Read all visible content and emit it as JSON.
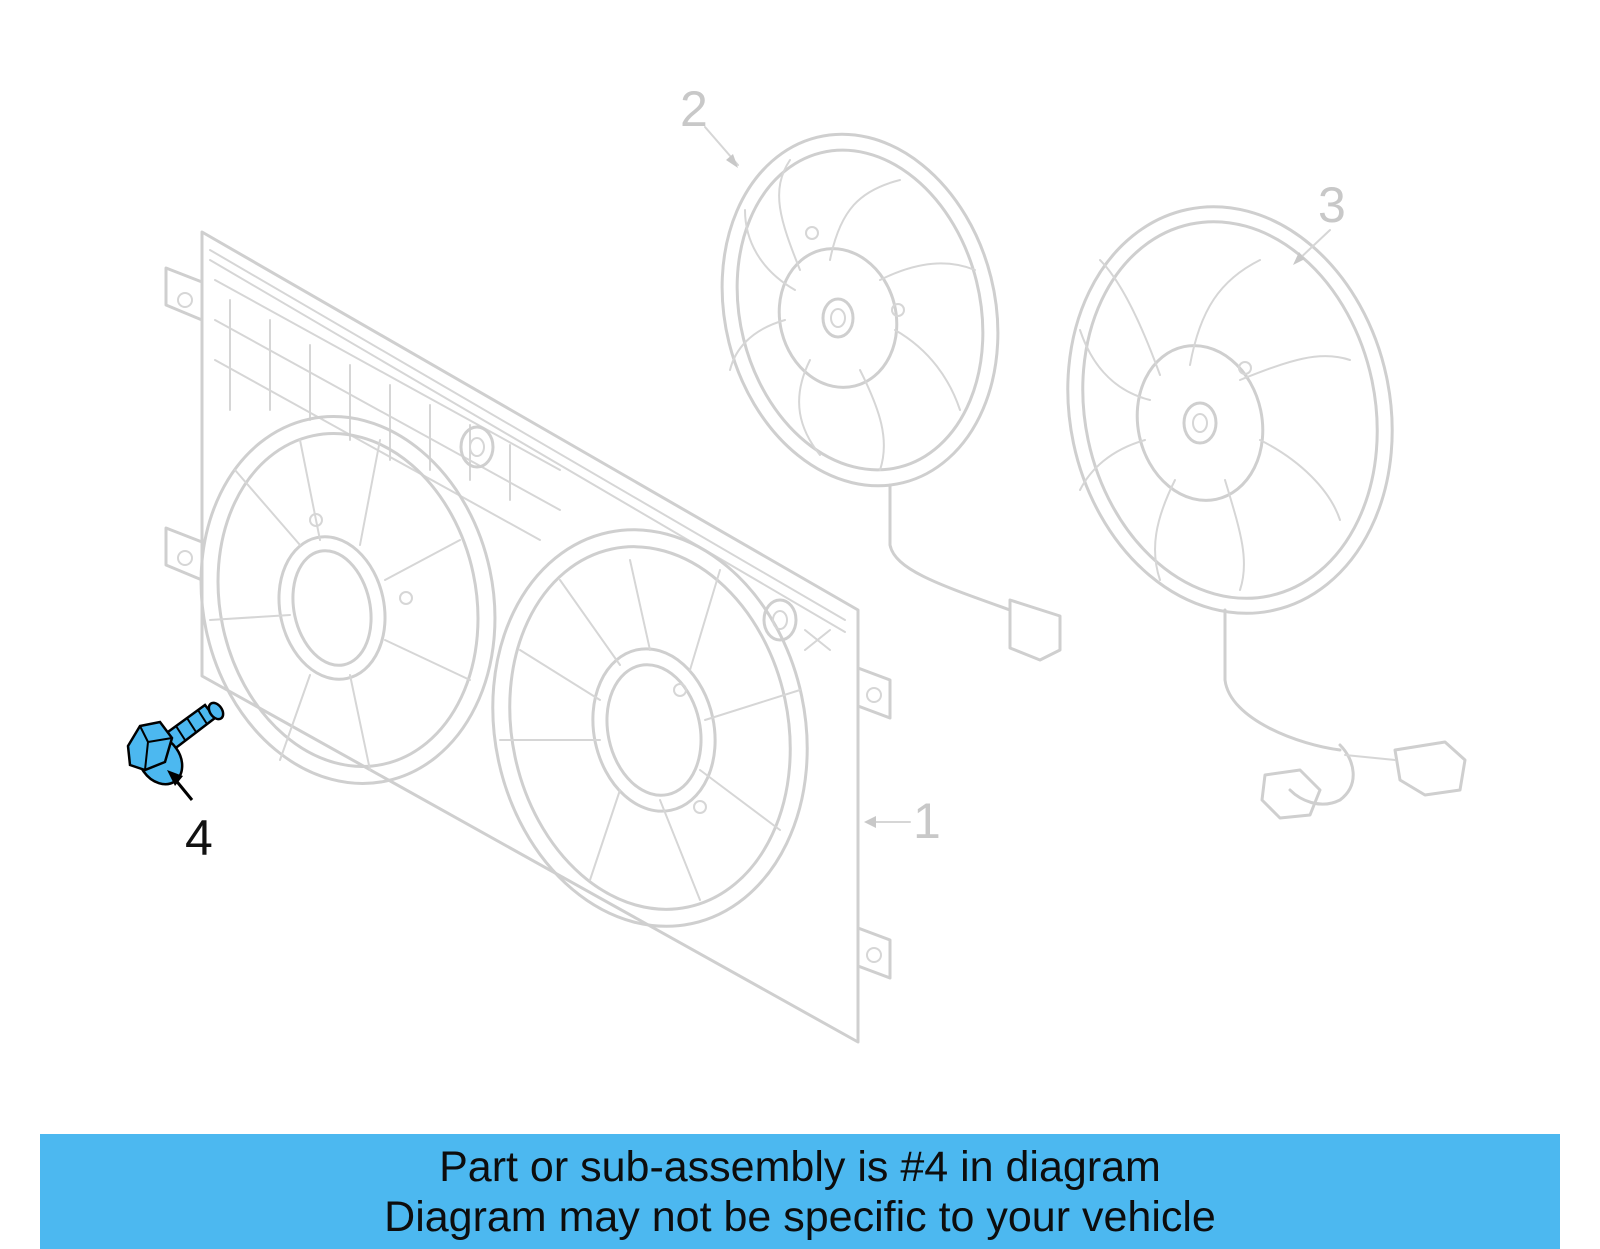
{
  "diagram": {
    "callouts": [
      "1",
      "2",
      "3",
      "4"
    ],
    "highlighted_part": "4",
    "highlight_color": "#4cb8f0",
    "ghost_color": "#cfcfcf"
  },
  "banner": {
    "line1": "Part or sub-assembly is #4 in diagram",
    "line2": "Diagram may not be specific to your vehicle",
    "background": "#4cb8f0"
  }
}
